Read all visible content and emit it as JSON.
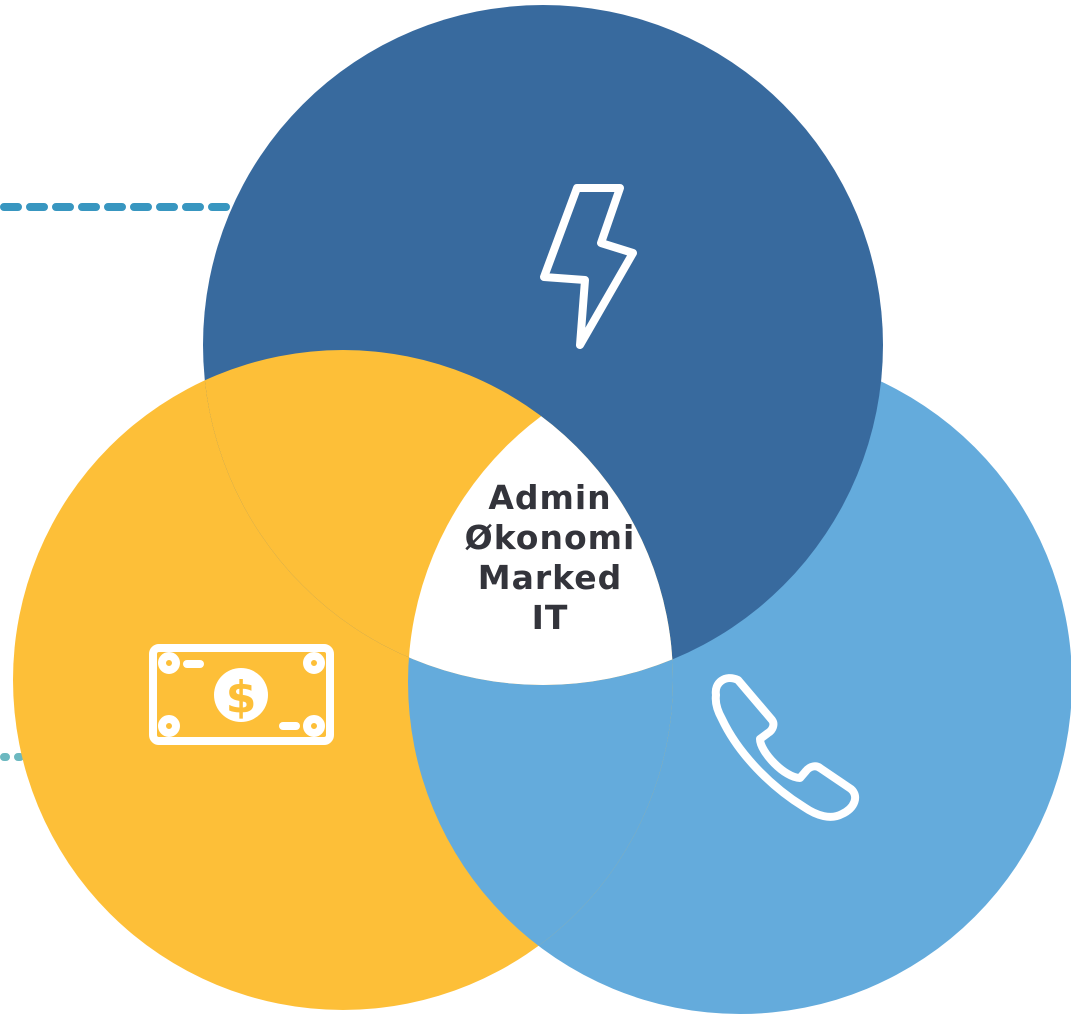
{
  "colors": {
    "circle_top": "#386a9e",
    "circle_left": "#fdbf38",
    "circle_right": "#64abdc",
    "center_region": "#ffffff",
    "icon_stroke": "#ffffff",
    "dash_top": "#3896c0",
    "dash_bottom": "#6cb8c0",
    "label_text": "#33343b"
  },
  "icons": {
    "top": "lightning-bolt-icon",
    "left": "dollar-bill-icon",
    "right": "phone-icon"
  },
  "center": {
    "lines": [
      "Admin",
      "Økonomi",
      "Marked",
      "IT"
    ]
  }
}
